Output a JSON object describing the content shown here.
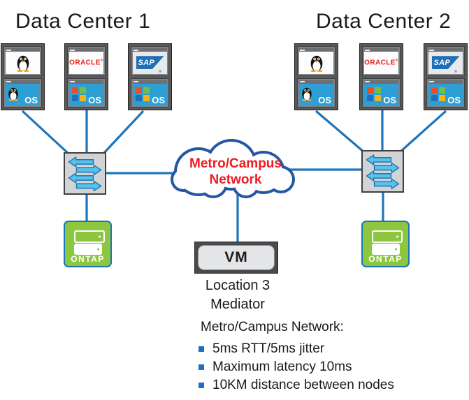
{
  "diagram": {
    "datacenters": [
      {
        "title": "Data Center 1",
        "servers": [
          {
            "app": "Linux",
            "os": "Linux"
          },
          {
            "app": "Oracle",
            "os": "Windows"
          },
          {
            "app": "SAP",
            "os": "Windows"
          }
        ],
        "switch": "ethernet-switch",
        "storage": "ONTAP"
      },
      {
        "title": "Data Center 2",
        "servers": [
          {
            "app": "Linux",
            "os": "Linux"
          },
          {
            "app": "Oracle",
            "os": "Windows"
          },
          {
            "app": "SAP",
            "os": "Windows"
          }
        ],
        "switch": "ethernet-switch",
        "storage": "ONTAP"
      }
    ],
    "labels": {
      "os": "OS",
      "oracle": "ORACLE",
      "oracle_reg": "®",
      "sap": "SAP",
      "sap_reg": "®",
      "ontap": "ONTAP"
    },
    "cloud": {
      "line1": "Metro/Campus",
      "line2": "Network"
    },
    "mediator": {
      "box": "VM",
      "caption1": "Location 3",
      "caption2": "Mediator"
    },
    "notes": {
      "heading": "Metro/Campus Network:",
      "items": [
        "5ms RTT/5ms jitter",
        "Maximum latency 10ms",
        "10KM distance between nodes"
      ]
    },
    "colors": {
      "line_blue": "#1C75BC",
      "cloud_border": "#2456A4",
      "cloud_text_red": "#ED1C24",
      "os_panel_blue": "#2E9FD4",
      "ontap_green": "#8DC63F",
      "switch_arrow_blue": "#5BC2E7",
      "bullet_blue": "#1F6FBF"
    }
  }
}
